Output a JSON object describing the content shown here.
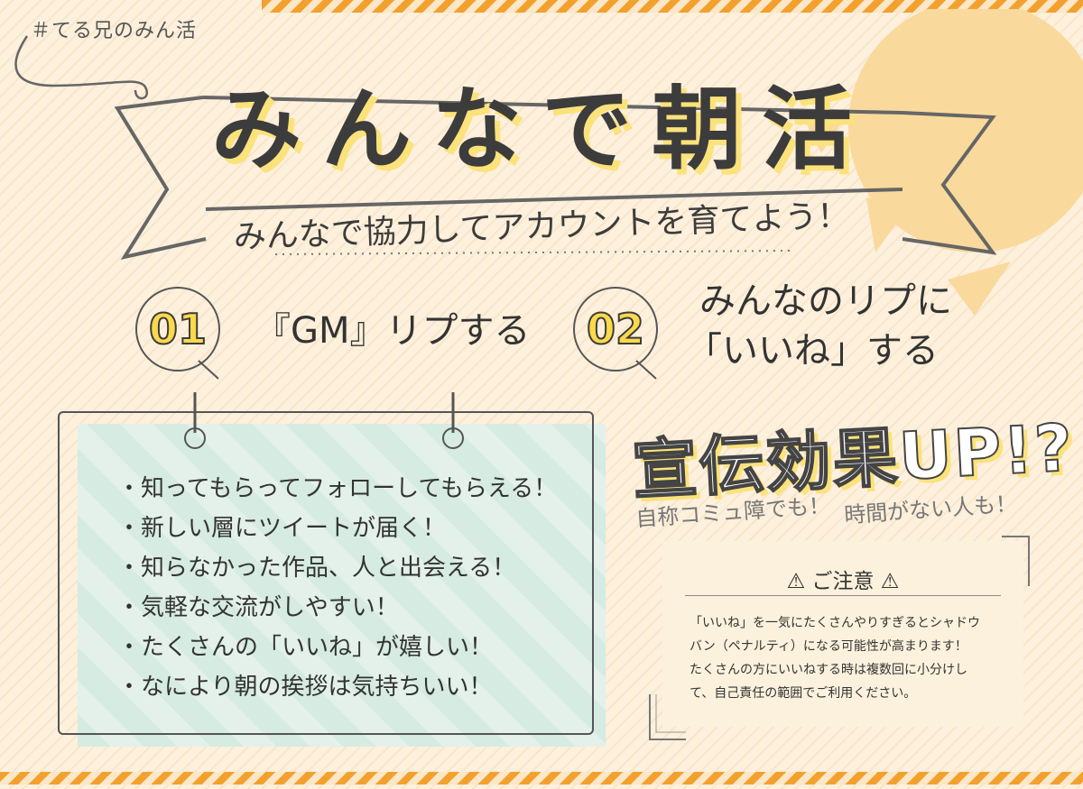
{
  "hashtag": "＃てる兄のみん活",
  "title": "みんなで朝活",
  "subtitle": "みんなで協力してアカウントを育てよう！",
  "steps": [
    {
      "num": "01",
      "label": "『GM』リプする"
    },
    {
      "num": "02",
      "label_line1": "みんなのリプに",
      "label_line2": "「いいね」する"
    }
  ],
  "benefits": [
    "知ってもらってフォローしてもらえる！",
    "新しい層にツイートが届く！",
    "知らなかった作品、人と出会える！",
    "気軽な交流がしやすい！",
    "たくさんの「いいね」が嬉しい！",
    "なにより朝の挨拶は気持ちいい！"
  ],
  "effect": "宣伝効果UP!?",
  "tags": [
    "自称コミュ障でも！",
    "時間がない人も！"
  ],
  "notice": {
    "title": "⚠ ご注意 ⚠",
    "lines": [
      "「いいね」を一気にたくさんやりすぎるとシャドウ",
      "バン（ペナルティ）になる可能性が高まります！",
      "たくさんの方にいいねする時は複数回に小分けし",
      "て、自己責任の範囲でご利用ください。"
    ]
  },
  "colors": {
    "accent_orange": "#f3a12e",
    "highlight_yellow": "#fbe27a",
    "sun": "#fad99c",
    "board_mint": "#d6ebe2"
  }
}
